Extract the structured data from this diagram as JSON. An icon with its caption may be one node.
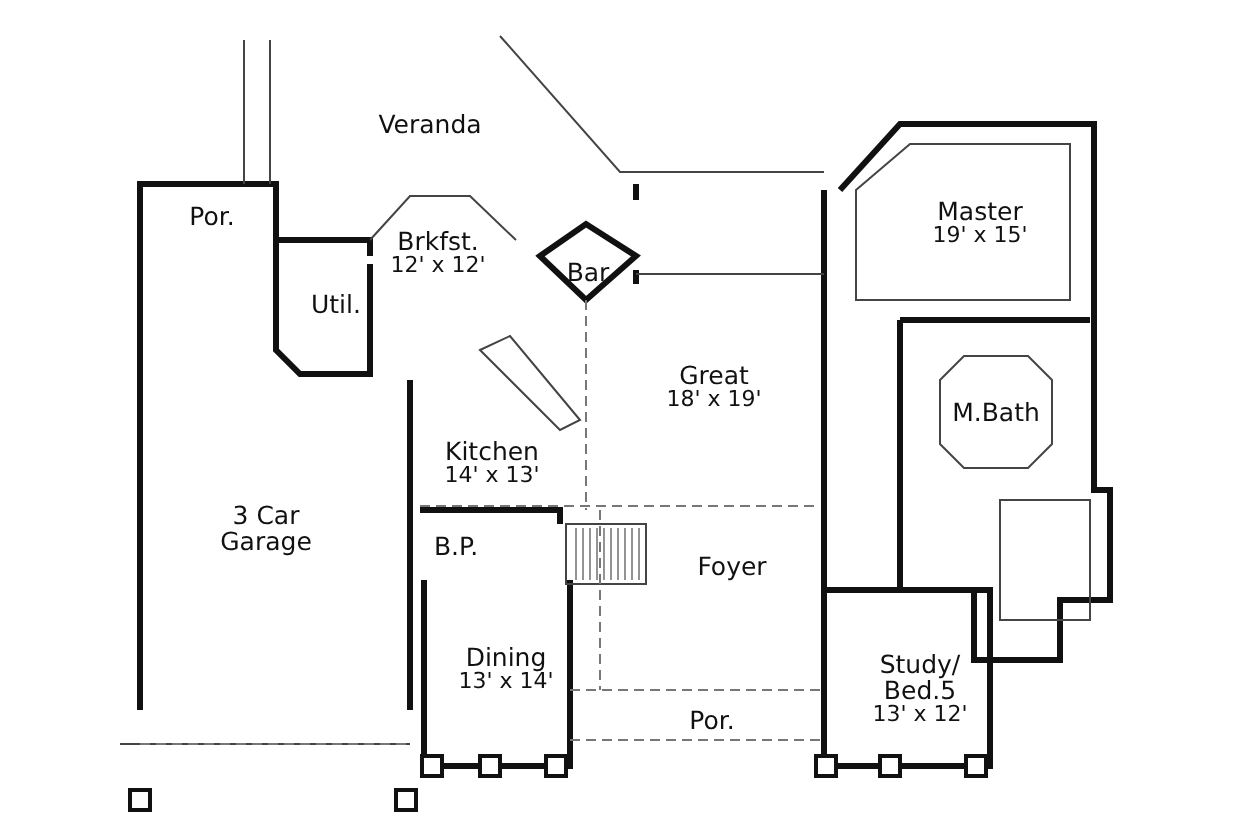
{
  "diagram": {
    "nodes": [
      {
        "text": [
          "Veranda"
        ]
      },
      {
        "text": [
          "Por."
        ]
      },
      {
        "text": [
          "Brkfst.",
          "12' x 12'"
        ]
      },
      {
        "text": [
          "Bar"
        ]
      },
      {
        "text": [
          "Master",
          "19' x 15'"
        ]
      },
      {
        "text": [
          "Util."
        ]
      },
      {
        "text": [
          "Great",
          "18' x 19'"
        ]
      },
      {
        "text": [
          "M.Bath"
        ]
      },
      {
        "text": [
          "Kitchen",
          "14' x 13'"
        ]
      },
      {
        "text": [
          "3 Car Garage"
        ]
      },
      {
        "text": [
          "B.P."
        ]
      },
      {
        "text": [
          "Foyer"
        ]
      },
      {
        "text": [
          "Dining",
          "13' x 14'"
        ]
      },
      {
        "text": [
          "Study/ Bed.5",
          "13' x 12'"
        ]
      },
      {
        "text": [
          "Por."
        ]
      }
    ]
  }
}
